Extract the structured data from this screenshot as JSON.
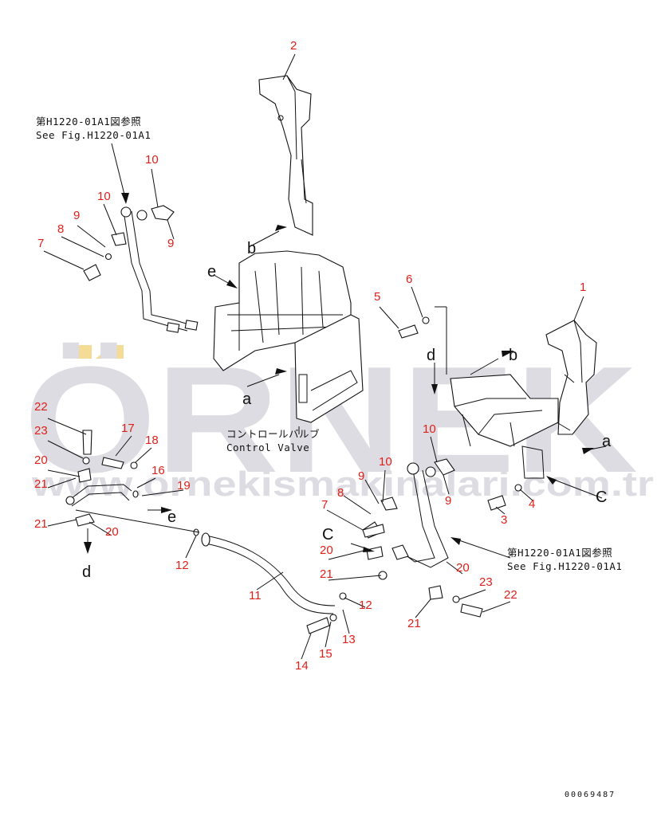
{
  "watermark": {
    "brand": "ÖRNEK",
    "url": "www.ornekismakinalari.com.tr",
    "accent_color": "#f5dc96",
    "text_color": "#dcdce2"
  },
  "notes": {
    "ref_top_left": {
      "jp": "第H1220-01A1図参照",
      "en": "See Fig.H1220-01A1"
    },
    "ref_bottom_right": {
      "jp": "第H1220-01A1図参照",
      "en": "See Fig.H1220-01A1"
    },
    "control_valve": {
      "jp": "コントロールバルブ",
      "en": "Control Valve"
    }
  },
  "drawing_number": "00069487",
  "callouts": [
    "2",
    "10",
    "10",
    "9",
    "9",
    "8",
    "7",
    "1",
    "5",
    "6",
    "22",
    "23",
    "17",
    "18",
    "20",
    "21",
    "16",
    "19",
    "21",
    "20",
    "12",
    "11",
    "12",
    "13",
    "14",
    "15",
    "10",
    "9",
    "8",
    "7",
    "10",
    "9",
    "4",
    "3",
    "20",
    "21",
    "20",
    "23",
    "22",
    "21"
  ],
  "view_letters": [
    "b",
    "e",
    "a",
    "d",
    "b",
    "a",
    "C",
    "C",
    "e",
    "d"
  ],
  "colors": {
    "callout": "#e0201a",
    "line": "#111111"
  }
}
